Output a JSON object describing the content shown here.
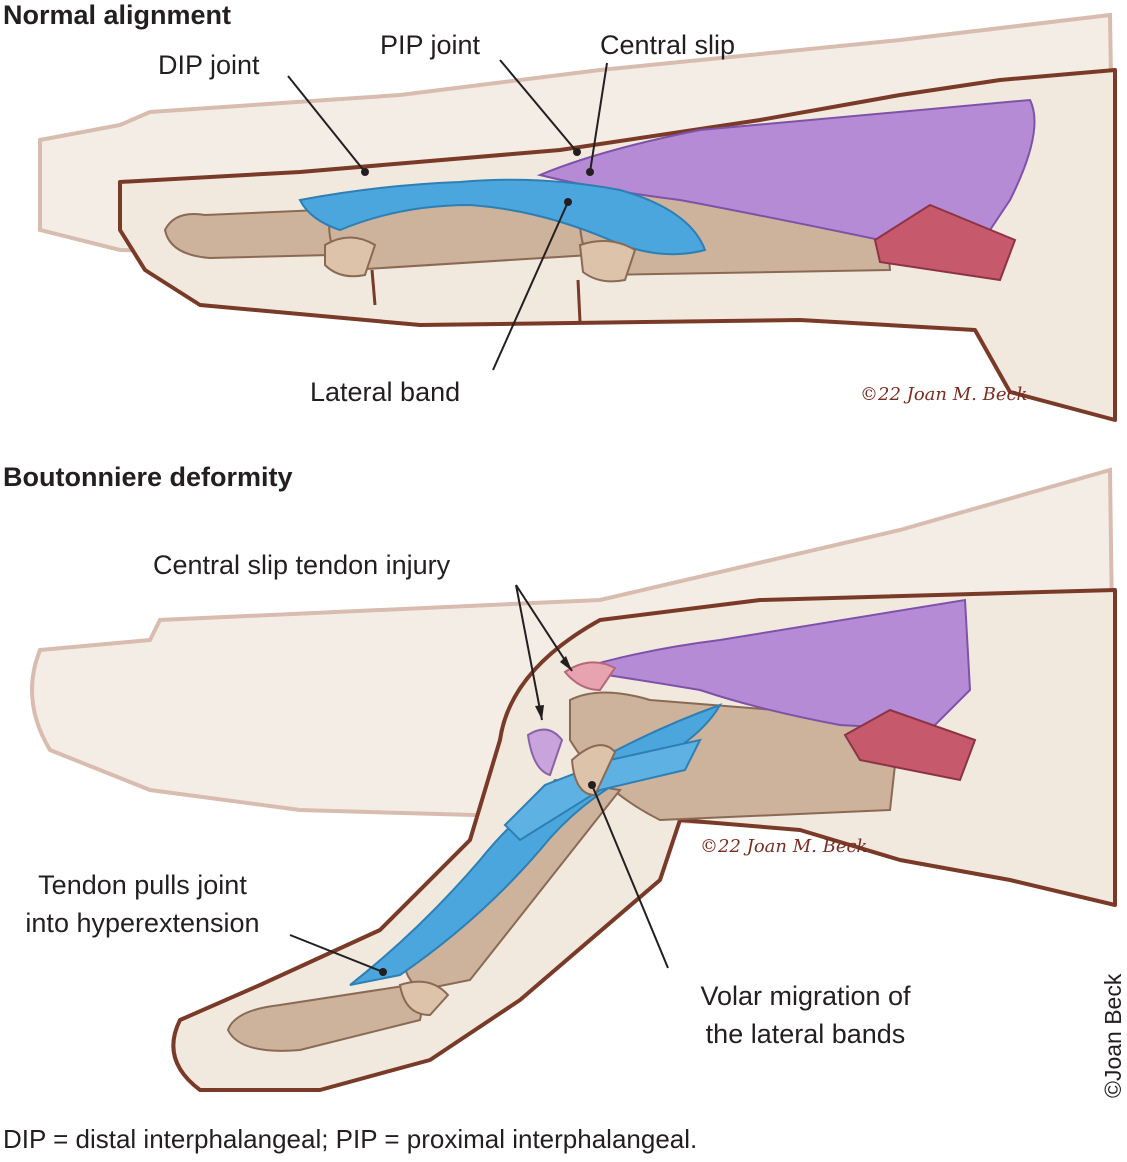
{
  "panels": [
    {
      "title": "Normal alignment",
      "labels": {
        "dip_joint": "DIP joint",
        "pip_joint": "PIP joint",
        "central_slip": "Central slip",
        "lateral_band": "Lateral band"
      },
      "signature": "©22 Joan M. Beck"
    },
    {
      "title": "Boutonniere deformity",
      "labels": {
        "central_slip_injury": "Central slip tendon injury",
        "tendon_pulls_line1": "Tendon pulls joint",
        "tendon_pulls_line2": "into hyperextension",
        "volar_line1": "Volar migration of",
        "volar_line2": "the lateral bands"
      },
      "signature": "©22 Joan M. Beck"
    }
  ],
  "footnote": "DIP = distal interphalangeal; PIP = proximal interphalangeal.",
  "credit": "©Joan Beck",
  "colors": {
    "skin_fill": "#f1e8de",
    "skin_outline": "#d9bcb0",
    "finger_outline": "#7a3a28",
    "bone": "#cdb39b",
    "tendon_blue": "#4aa6dc",
    "extensor_purple": "#b68bd6",
    "muscle_red": "#c65a6c",
    "leader_line": "#231f20"
  }
}
